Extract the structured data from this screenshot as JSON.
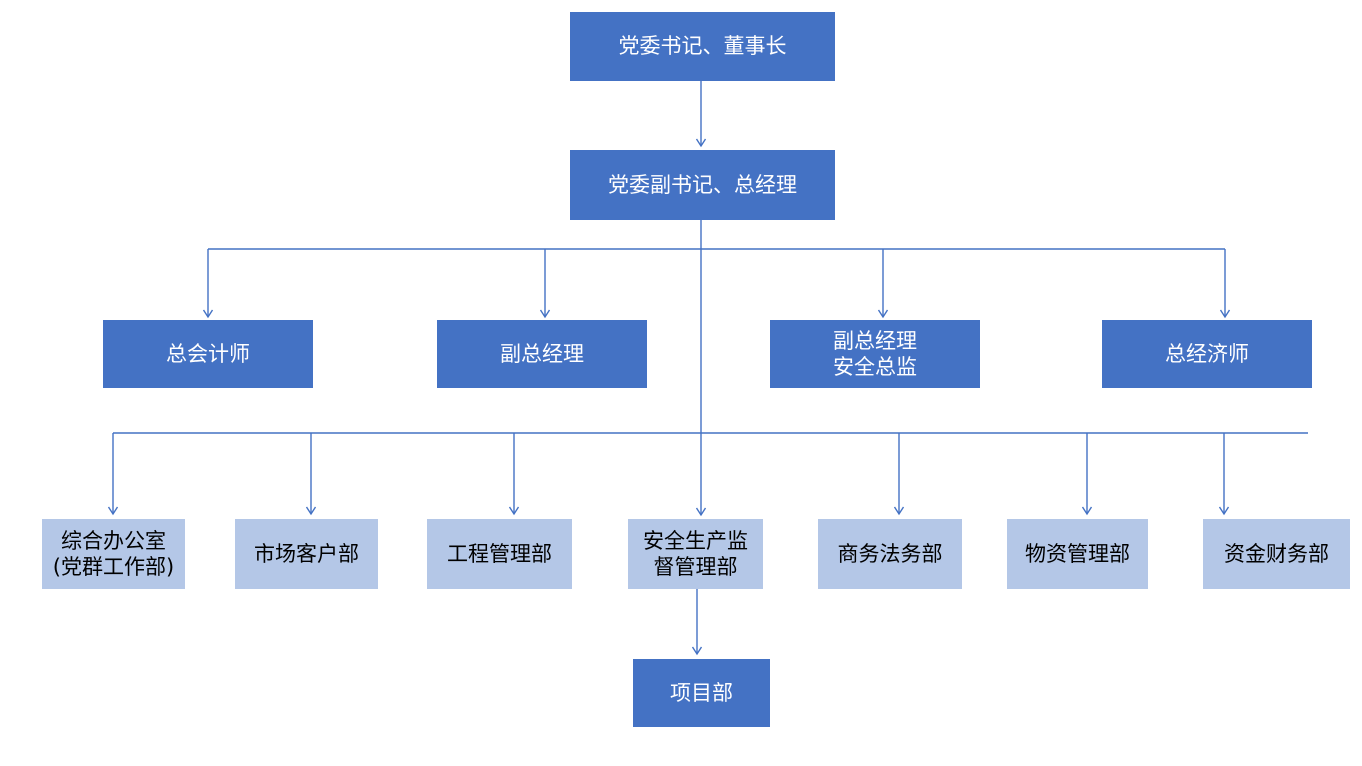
{
  "diagram": {
    "type": "org-chart",
    "colors": {
      "primary_fill": "#4472C4",
      "secondary_fill": "#B4C7E7",
      "line": "#4472C4",
      "primary_text": "#FFFFFF",
      "secondary_text": "#000000"
    },
    "nodes": {
      "level1": {
        "label": "党委书记、董事长"
      },
      "level2": {
        "label": "党委副书记、总经理"
      },
      "level3": [
        {
          "label": "总会计师"
        },
        {
          "label": "副总经理"
        },
        {
          "label": "副总经理\n安全总监"
        },
        {
          "label": "总经济师"
        }
      ],
      "level4": [
        {
          "label": "综合办公室\n(党群工作部)"
        },
        {
          "label": "市场客户部"
        },
        {
          "label": "工程管理部"
        },
        {
          "label": "安全生产监\n督管理部"
        },
        {
          "label": "商务法务部"
        },
        {
          "label": "物资管理部"
        },
        {
          "label": "资金财务部"
        }
      ],
      "level5": {
        "label": "项目部"
      }
    }
  }
}
